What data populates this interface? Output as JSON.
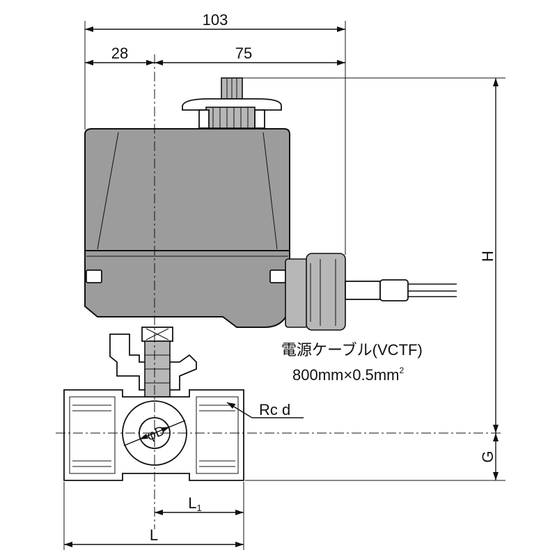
{
  "dimensions": {
    "overall_width": "103",
    "left_offset": "28",
    "right_offset": "75",
    "height": "H",
    "g_height": "G",
    "length": "L",
    "l1_prefix": "L",
    "l1_subscript": "1",
    "port_diameter": "φD",
    "thread": "Rc d"
  },
  "cable_label": {
    "name": "電源ケーブル(VCTF)",
    "spec_prefix": "800mm×0.5mm",
    "spec_superscript": "2"
  }
}
